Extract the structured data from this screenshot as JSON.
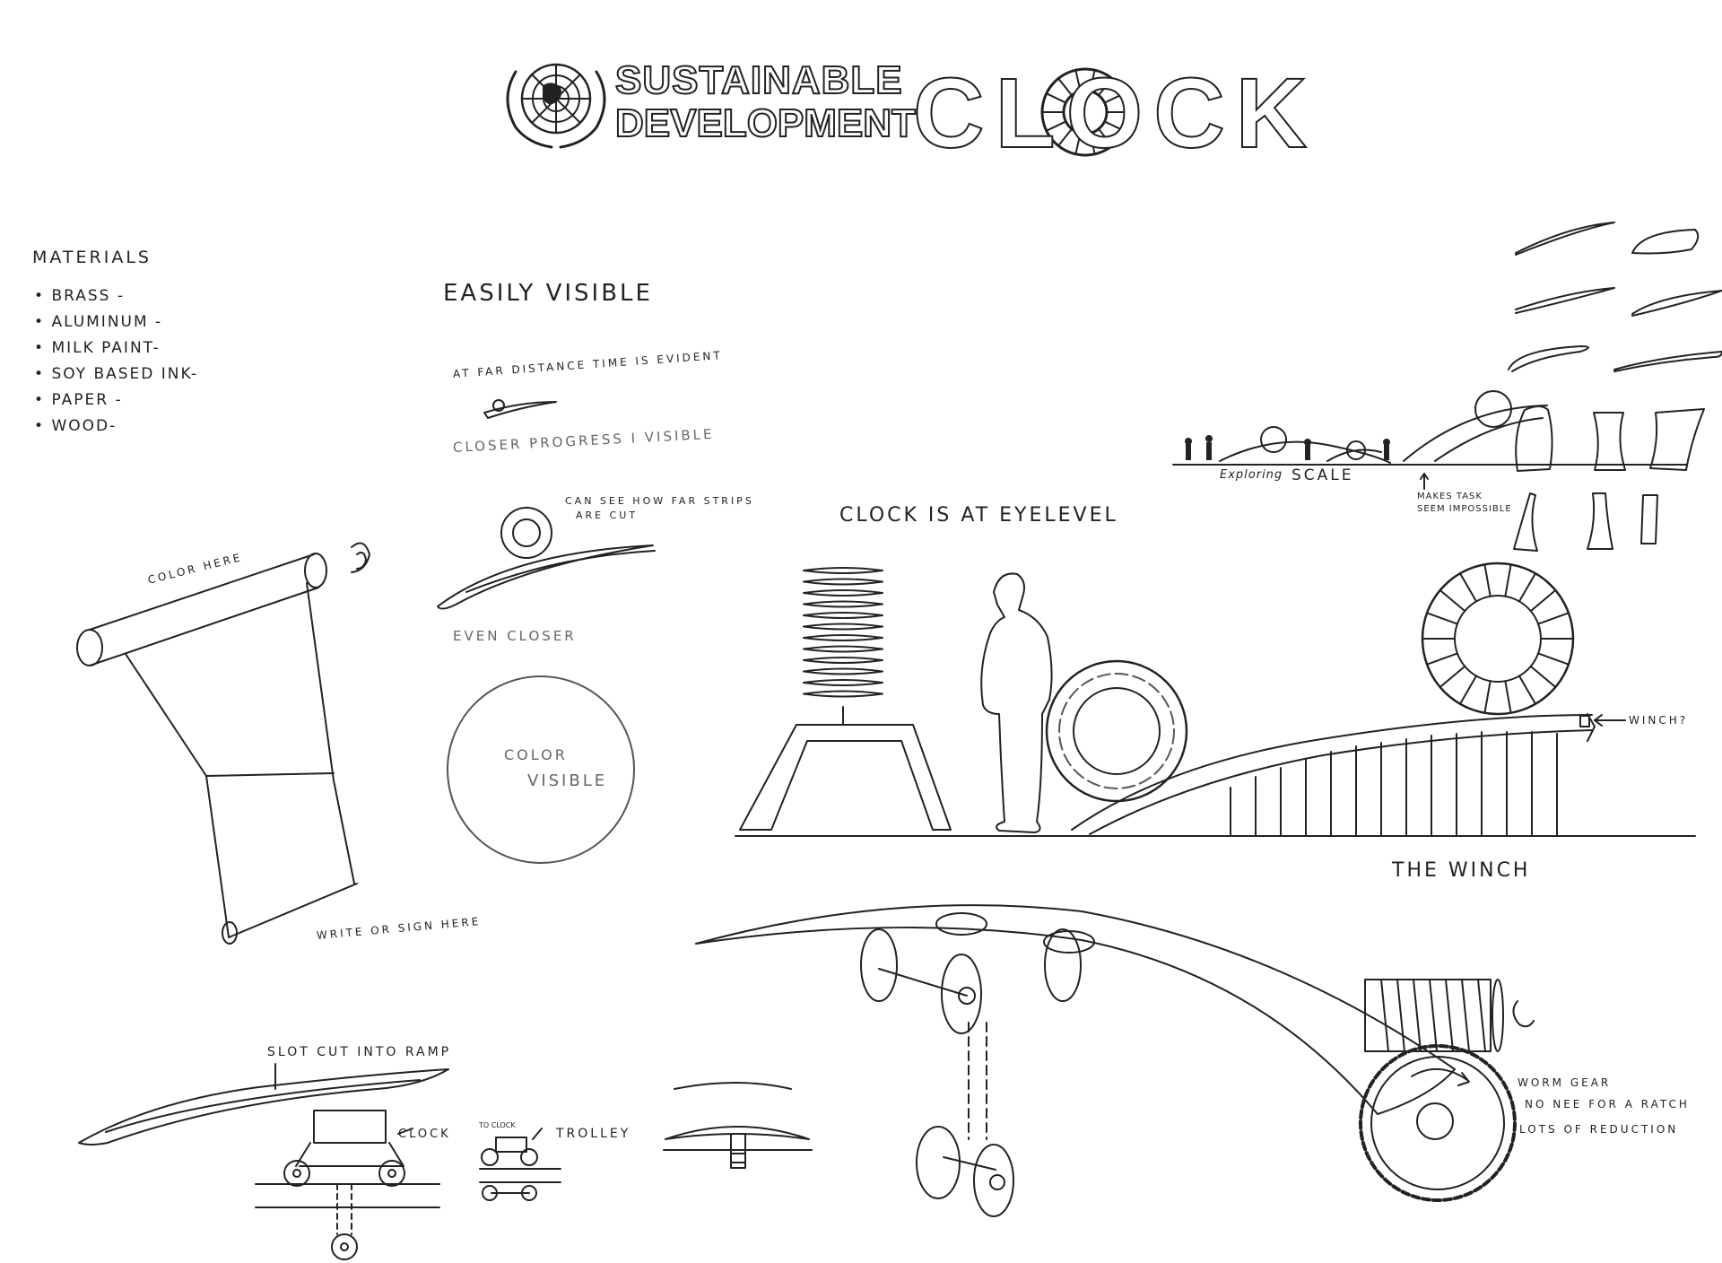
{
  "header": {
    "logo_icon": "un-emblem-icon",
    "title_line1": "SUSTAINABLE",
    "title_line2": "DEVELOPMENT",
    "title_main": "CLOCK"
  },
  "materials": {
    "heading": "MATERIALS",
    "items": [
      "BRASS -",
      "ALUMINUM -",
      "MILK PAINT-",
      "SOY BASED INK-",
      "PAPER -",
      "WOOD-"
    ]
  },
  "visibility": {
    "heading": "EASILY VISIBLE",
    "far": "AT FAR DISTANCE TIME IS EVIDENT",
    "closer": "CLOSER PROGRESS I VISIBLE",
    "strips_note_1": "CAN SEE HOW FAR STRIPS",
    "strips_note_2": "ARE CUT",
    "even_closer": "EVEN CLOSER",
    "circle_label_1": "COLOR",
    "circle_label_2": "VISIBLE"
  },
  "scroll": {
    "color_here": "COLOR HERE",
    "write_here": "WRITE OR SIGN HERE"
  },
  "scale": {
    "exploring": "Exploring",
    "scale_word": "SCALE",
    "makes_1": "MAKES TASK",
    "makes_2": "SEEM IMPOSSIBLE"
  },
  "eyelevel": {
    "heading": "CLOCK IS AT EYELEVEL",
    "winch_label": "WINCH?",
    "the_winch": "THE WINCH"
  },
  "ramp": {
    "slot": "SLOT CUT INTO RAMP",
    "clock": "CLOCK",
    "to_clock": "TO CLOCK",
    "trolley": "TROLLEY"
  },
  "worm": {
    "line1": "WORM GEAR",
    "line2": "NO NEE FOR A RATCH",
    "line3": "LOTS OF REDUCTION"
  }
}
